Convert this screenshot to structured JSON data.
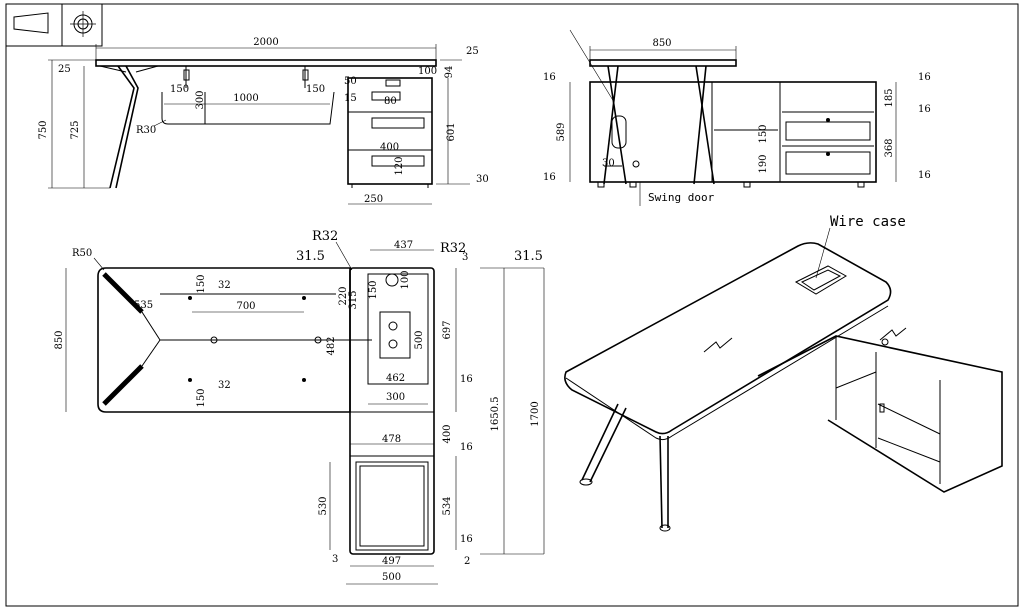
{
  "symbols": {
    "projection": "first-angle-projection-icon",
    "center": "crosshair-icon"
  },
  "front_view": {
    "width": "2000",
    "top_thk": "25",
    "top_thk_left": "25",
    "h_total": "750",
    "h_725": "725",
    "d150a": "150",
    "d150b": "150",
    "d300": "300",
    "d1000": "1000",
    "r30": "R30",
    "d50": "50",
    "d15": "15",
    "d80": "80",
    "d94": "94",
    "d100": "100",
    "d601": "601",
    "d400": "400",
    "d120": "120",
    "d30": "30",
    "d250": "250"
  },
  "side_view": {
    "width": "850",
    "d16a": "16",
    "d16b": "16",
    "d589": "589",
    "d30": "30",
    "r16": "16",
    "r185": "185",
    "r16b": "16",
    "r368": "368",
    "r16c": "16",
    "d150": "150",
    "d190": "190",
    "swing": "Swing door"
  },
  "plan_view": {
    "r50": "R50",
    "r32a": "R32",
    "r32b": "R32",
    "d315": "31.5",
    "d437": "437",
    "d3a": "3",
    "d315b": "31.5",
    "d850": "850",
    "d535": "535",
    "d32a": "32",
    "d150a": "150",
    "d700": "700",
    "d32b": "32",
    "d150b": "150",
    "d100": "100",
    "d150c": "150",
    "d315c": "315",
    "d220": "220",
    "d482": "482",
    "d462": "462",
    "d300": "300",
    "d500": "500",
    "d697": "697",
    "d16a": "16",
    "d400": "400",
    "d478": "478",
    "d16b": "16",
    "d16505": "1650.5",
    "d1700": "1700",
    "d530": "530",
    "d534": "534",
    "d16c": "16",
    "d3b": "3",
    "d2": "2",
    "d497": "497",
    "d500b": "500"
  },
  "iso_view": {
    "wire_case": "Wire case"
  }
}
